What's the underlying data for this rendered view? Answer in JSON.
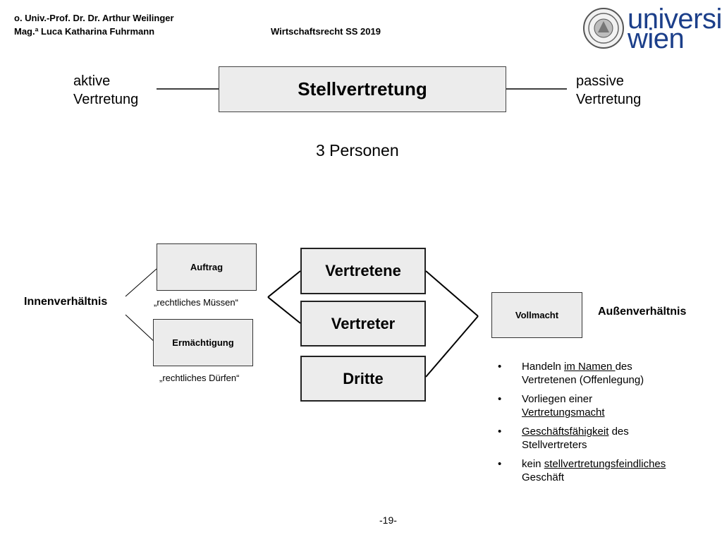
{
  "header": {
    "author_line1": "o. Univ.-Prof. Dr. Dr. Arthur Weilinger",
    "author_line2": "Mag.ª Luca Katharina Fuhrmann",
    "course": "Wirtschaftsrecht SS 2019"
  },
  "logo": {
    "line1": "universität",
    "line2": "wien",
    "seal_icon": "university-seal-icon",
    "color": "#1c3f8a"
  },
  "top": {
    "title": "Stellvertretung",
    "left_label_1": "aktive",
    "left_label_2": "Vertretung",
    "right_label_1": "passive",
    "right_label_2": "Vertretung",
    "subtitle": "3 Personen"
  },
  "diagram": {
    "inner": "Innenverhältnis",
    "auftrag": "Auftrag",
    "auftrag_note": "„rechtliches Müssen“",
    "ermaechtigung": "Ermächtigung",
    "ermaechtigung_note": "„rechtliches Dürfen“",
    "persons": [
      "Vertretene",
      "Vertreter",
      "Dritte"
    ],
    "vollmacht": "Vollmacht",
    "outer": "Außenverhältnis"
  },
  "requirements": [
    {
      "pre": "Handeln ",
      "u": "im Namen ",
      "post": "des Vertretenen (Offenlegung)"
    },
    {
      "pre": "Vorliegen einer ",
      "u": "Vertretungsmacht",
      "post": ""
    },
    {
      "pre": "",
      "u": "Geschäftsfähigkeit",
      "post": " des Stellvertreters"
    },
    {
      "pre": "kein ",
      "u": "stellvertretungsfeindliches",
      "post": " Geschäft"
    }
  ],
  "footer": {
    "page": "-19-"
  }
}
